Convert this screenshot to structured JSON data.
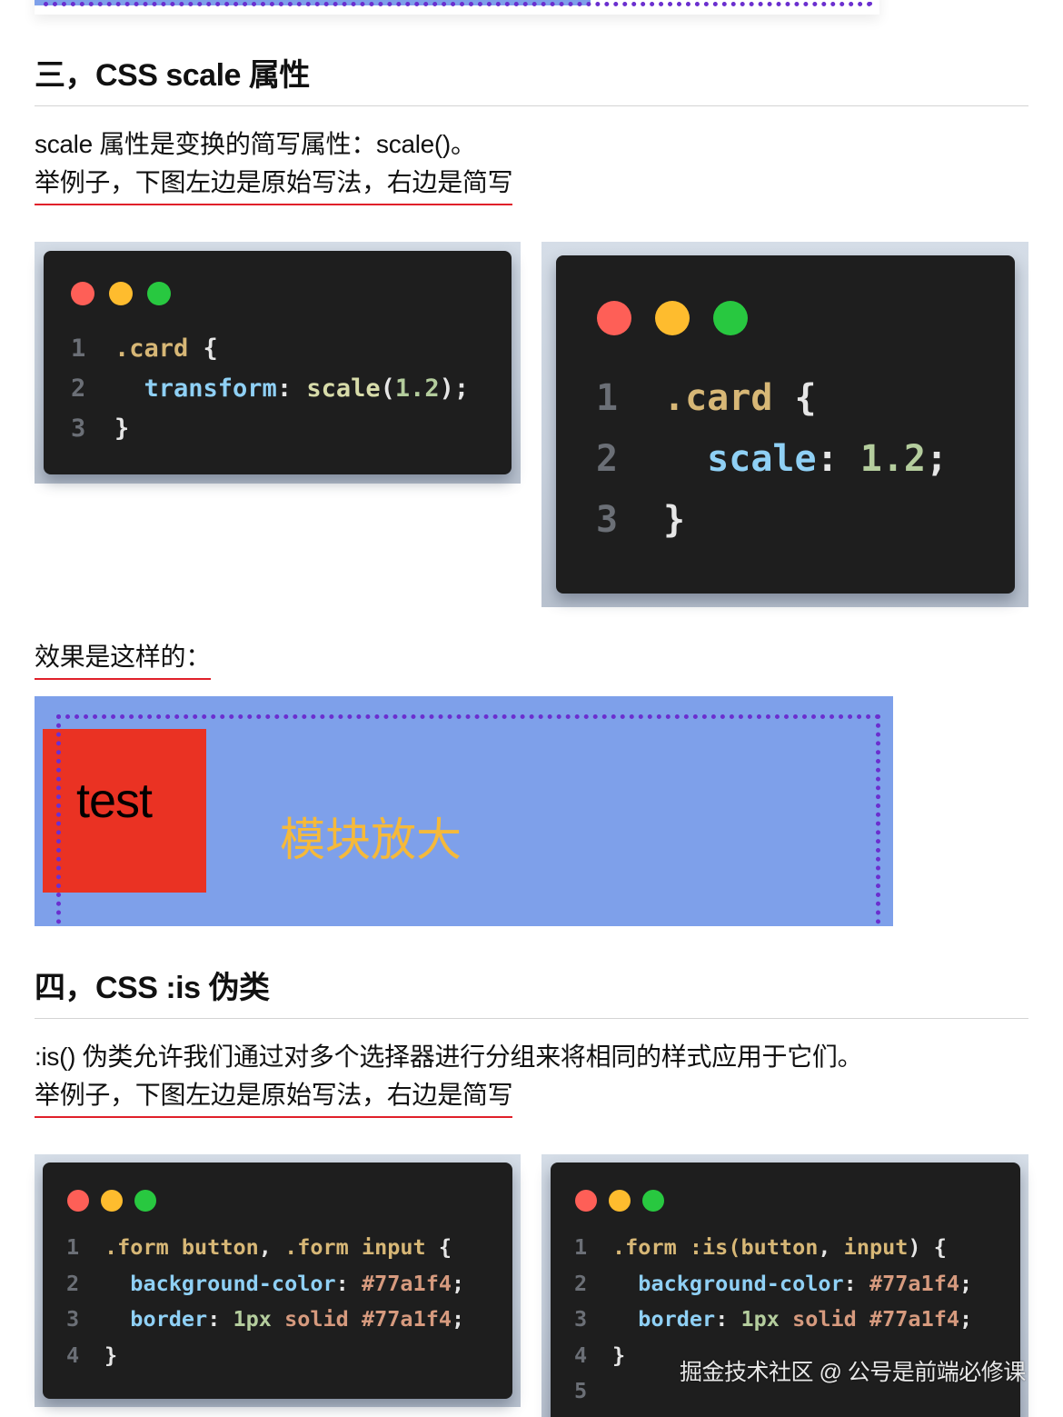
{
  "section3": {
    "heading": "三，CSS scale 属性",
    "intro": "scale 属性是变换的简写属性：scale()。",
    "example_note": "举例子，下图左边是原始写法，右边是简写",
    "left_code": {
      "lines": [
        {
          "n": "1",
          "parts": [
            {
              "t": ".card",
              "c": "sel"
            },
            {
              "t": " {",
              "c": "pun"
            }
          ]
        },
        {
          "n": "2",
          "parts": [
            {
              "t": "  transform",
              "c": "prop"
            },
            {
              "t": ": ",
              "c": "pun"
            },
            {
              "t": "scale",
              "c": "fn"
            },
            {
              "t": "(",
              "c": "pun"
            },
            {
              "t": "1.2",
              "c": "num"
            },
            {
              "t": ");",
              "c": "pun"
            }
          ]
        },
        {
          "n": "3",
          "parts": [
            {
              "t": "}",
              "c": "pun"
            }
          ]
        }
      ]
    },
    "right_code": {
      "lines": [
        {
          "n": "1",
          "parts": [
            {
              "t": ".card",
              "c": "sel"
            },
            {
              "t": " {",
              "c": "pun"
            }
          ]
        },
        {
          "n": "2",
          "parts": [
            {
              "t": "  scale",
              "c": "prop"
            },
            {
              "t": ": ",
              "c": "pun"
            },
            {
              "t": "1.2",
              "c": "num"
            },
            {
              "t": ";",
              "c": "pun"
            }
          ]
        },
        {
          "n": "3",
          "parts": [
            {
              "t": "}",
              "c": "pun"
            }
          ]
        }
      ]
    },
    "effect_label": "效果是这样的：",
    "demo": {
      "box_text": "test",
      "caption": "模块放大",
      "colors": {
        "background": "#7ea0ea",
        "box": "#ea3223",
        "border": "#6b2fcf",
        "caption": "#f5b93a"
      }
    }
  },
  "section4": {
    "heading": "四，CSS :is 伪类",
    "intro": ":is() 伪类允许我们通过对多个选择器进行分组来将相同的样式应用于它们。",
    "example_note": "举例子，下图左边是原始写法，右边是简写",
    "left_code": {
      "lines": [
        {
          "n": "1",
          "parts": [
            {
              "t": ".form button",
              "c": "sel"
            },
            {
              "t": ", ",
              "c": "pun"
            },
            {
              "t": ".form input",
              "c": "sel"
            },
            {
              "t": " {",
              "c": "pun"
            }
          ]
        },
        {
          "n": "2",
          "parts": [
            {
              "t": "  background-color",
              "c": "prop"
            },
            {
              "t": ": ",
              "c": "pun"
            },
            {
              "t": "#77a1f4",
              "c": "hex"
            },
            {
              "t": ";",
              "c": "pun"
            }
          ]
        },
        {
          "n": "3",
          "parts": [
            {
              "t": "  border",
              "c": "prop"
            },
            {
              "t": ": ",
              "c": "pun"
            },
            {
              "t": "1px",
              "c": "num"
            },
            {
              "t": " solid #77a1f4",
              "c": "hex"
            },
            {
              "t": ";",
              "c": "pun"
            }
          ]
        },
        {
          "n": "4",
          "parts": [
            {
              "t": "}",
              "c": "pun"
            }
          ]
        }
      ]
    },
    "right_code": {
      "lines": [
        {
          "n": "1",
          "parts": [
            {
              "t": ".form :is(button",
              "c": "sel"
            },
            {
              "t": ", ",
              "c": "pun"
            },
            {
              "t": "input",
              "c": "sel"
            },
            {
              "t": ") {",
              "c": "pun"
            }
          ]
        },
        {
          "n": "2",
          "parts": [
            {
              "t": "  background-color",
              "c": "prop"
            },
            {
              "t": ": ",
              "c": "pun"
            },
            {
              "t": "#77a1f4",
              "c": "hex"
            },
            {
              "t": ";",
              "c": "pun"
            }
          ]
        },
        {
          "n": "3",
          "parts": [
            {
              "t": "  border",
              "c": "prop"
            },
            {
              "t": ": ",
              "c": "pun"
            },
            {
              "t": "1px",
              "c": "num"
            },
            {
              "t": " solid #77a1f4",
              "c": "hex"
            },
            {
              "t": ";",
              "c": "pun"
            }
          ]
        },
        {
          "n": "4",
          "parts": [
            {
              "t": "}",
              "c": "pun"
            }
          ]
        },
        {
          "n": "5",
          "parts": []
        }
      ]
    }
  },
  "traffic_lights": {
    "red": "#fe5f57",
    "yellow": "#febc2e",
    "green": "#28c840"
  },
  "watermark": "掘金技术社区 @ 公号是前端必修课"
}
